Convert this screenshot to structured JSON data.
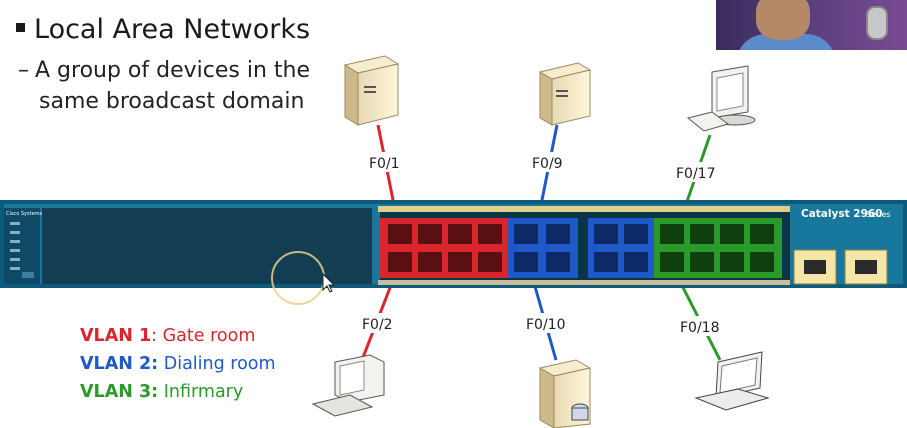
{
  "slide": {
    "title": "Local Area Networks",
    "subtitle_line1": "A group of devices in the",
    "subtitle_line2": "same broadcast domain"
  },
  "switch": {
    "model": "Catalyst 2960",
    "series": "Series",
    "brand": "Cisco Systems"
  },
  "port_labels": {
    "f01": "F0/1",
    "f09": "F0/9",
    "f017": "F0/17",
    "f02": "F0/2",
    "f010": "F0/10",
    "f018": "F0/18"
  },
  "legend": [
    {
      "vlan": "VLAN 1",
      "sep": ": ",
      "name": "Gate room",
      "color": "#d9262c"
    },
    {
      "vlan": "VLAN 2:",
      "sep": " ",
      "name": "Dialing room",
      "color": "#1f58c7"
    },
    {
      "vlan": "VLAN 3:",
      "sep": " ",
      "name": "Infirmary",
      "color": "#2a9a2a"
    }
  ],
  "vlan_colors": {
    "vlan1": "#d9262c",
    "vlan2": "#1f58c7",
    "vlan3": "#2a9a2a"
  },
  "icons": [
    "server-icon",
    "desktop-icon",
    "laptop-icon",
    "cursor-icon"
  ]
}
